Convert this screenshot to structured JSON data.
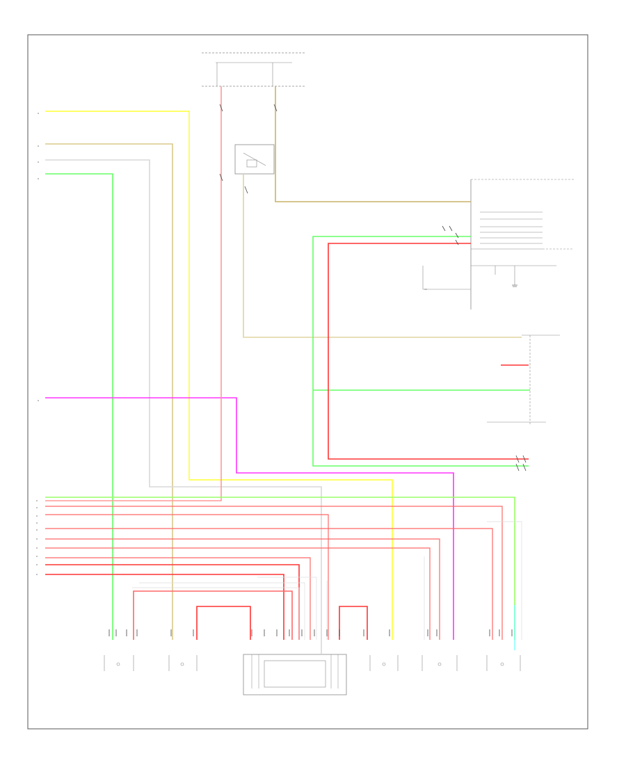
{
  "diagram": {
    "footer_code": "",
    "label_text": "",
    "colors": {
      "yellow": "#ffff33",
      "tan": "#d9c98a",
      "green": "#66ff66",
      "magenta": "#ff33ff",
      "red": "#ff3333",
      "pink": "#ff9999",
      "gray": "#d0d0d0",
      "cyan": "#66ffff",
      "frame": "#555555",
      "ground": "#888888"
    },
    "components": [
      {
        "id": "fuse-box"
      },
      {
        "id": "relay"
      },
      {
        "id": "audio-unit"
      },
      {
        "id": "display-unit"
      },
      {
        "id": "combination-meter"
      },
      {
        "id": "junction-connector"
      },
      {
        "id": "seat-switch-1"
      },
      {
        "id": "seat-switch-2"
      },
      {
        "id": "seat-control-unit"
      },
      {
        "id": "seat-switch-3"
      },
      {
        "id": "seat-switch-4"
      },
      {
        "id": "seat-switch-5"
      }
    ]
  }
}
